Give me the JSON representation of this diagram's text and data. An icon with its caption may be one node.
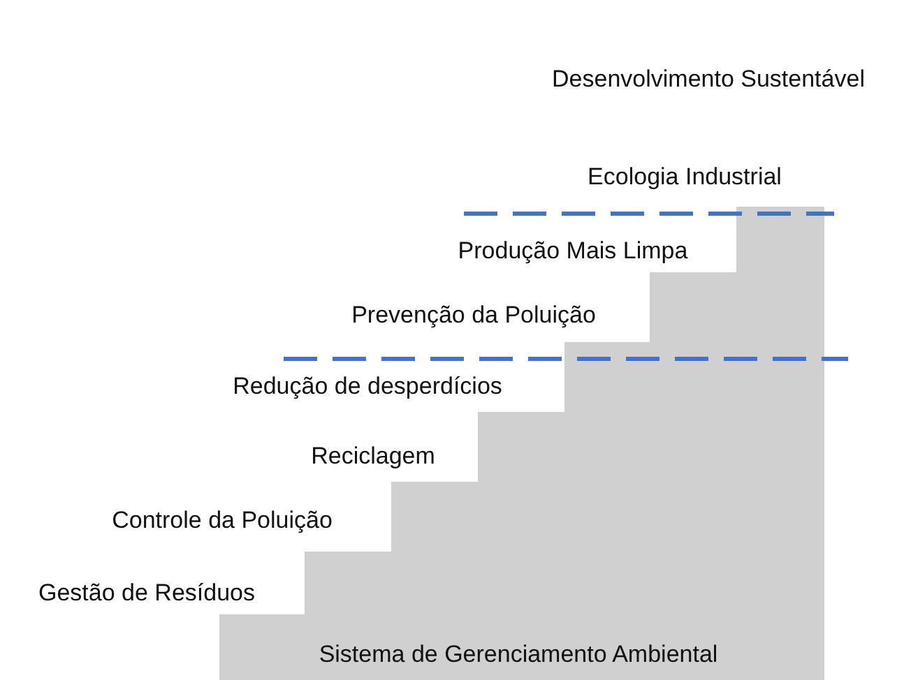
{
  "diagram": {
    "labels": [
      "Desenvolvimento Sustentável",
      "Ecologia Industrial",
      "Produção Mais Limpa",
      "Prevenção da Poluição",
      "Redução de desperdícios",
      "Reciclagem",
      "Controle da Poluição",
      "Gestão de Resíduos",
      "Sistema de Gerenciamento Ambiental"
    ]
  }
}
